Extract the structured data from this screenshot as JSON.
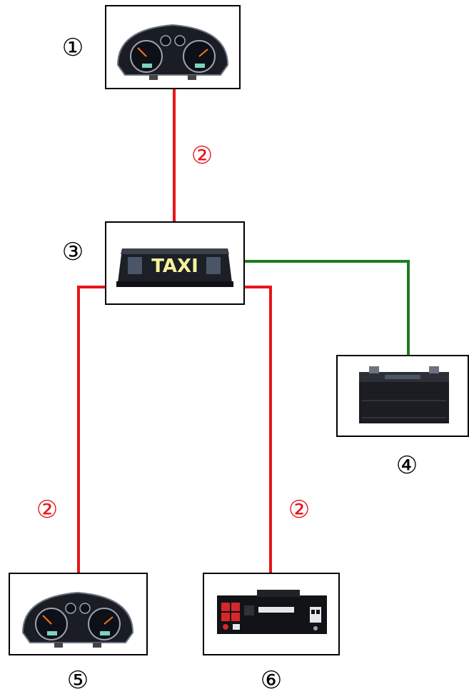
{
  "labels": {
    "dashboard_top": "①",
    "cable_top": "②",
    "taxi_light": "③",
    "battery": "④",
    "cable_left": "②",
    "cable_right": "②",
    "dashboard_bottom": "⑤",
    "control_unit": "⑥"
  },
  "roof_sign_text": "TAXI",
  "colors": {
    "signal_cable": "#e8141b",
    "power_cable": "#1e7b1e",
    "box_border": "#000000"
  },
  "nodes": [
    {
      "id": "dashboard-top",
      "icon": "instrument-cluster-icon"
    },
    {
      "id": "taxi-roof-light",
      "icon": "taxi-roof-sign-icon"
    },
    {
      "id": "battery",
      "icon": "car-battery-icon"
    },
    {
      "id": "dashboard-bottom",
      "icon": "instrument-cluster-icon"
    },
    {
      "id": "control-unit",
      "icon": "control-module-icon"
    }
  ],
  "connections": [
    {
      "from": "dashboard-top",
      "to": "taxi-roof-light",
      "type": "signal",
      "label": "②"
    },
    {
      "from": "taxi-roof-light",
      "to": "battery",
      "type": "power"
    },
    {
      "from": "taxi-roof-light",
      "to": "dashboard-bottom",
      "type": "signal",
      "label": "②"
    },
    {
      "from": "taxi-roof-light",
      "to": "control-unit",
      "type": "signal",
      "label": "②"
    }
  ]
}
